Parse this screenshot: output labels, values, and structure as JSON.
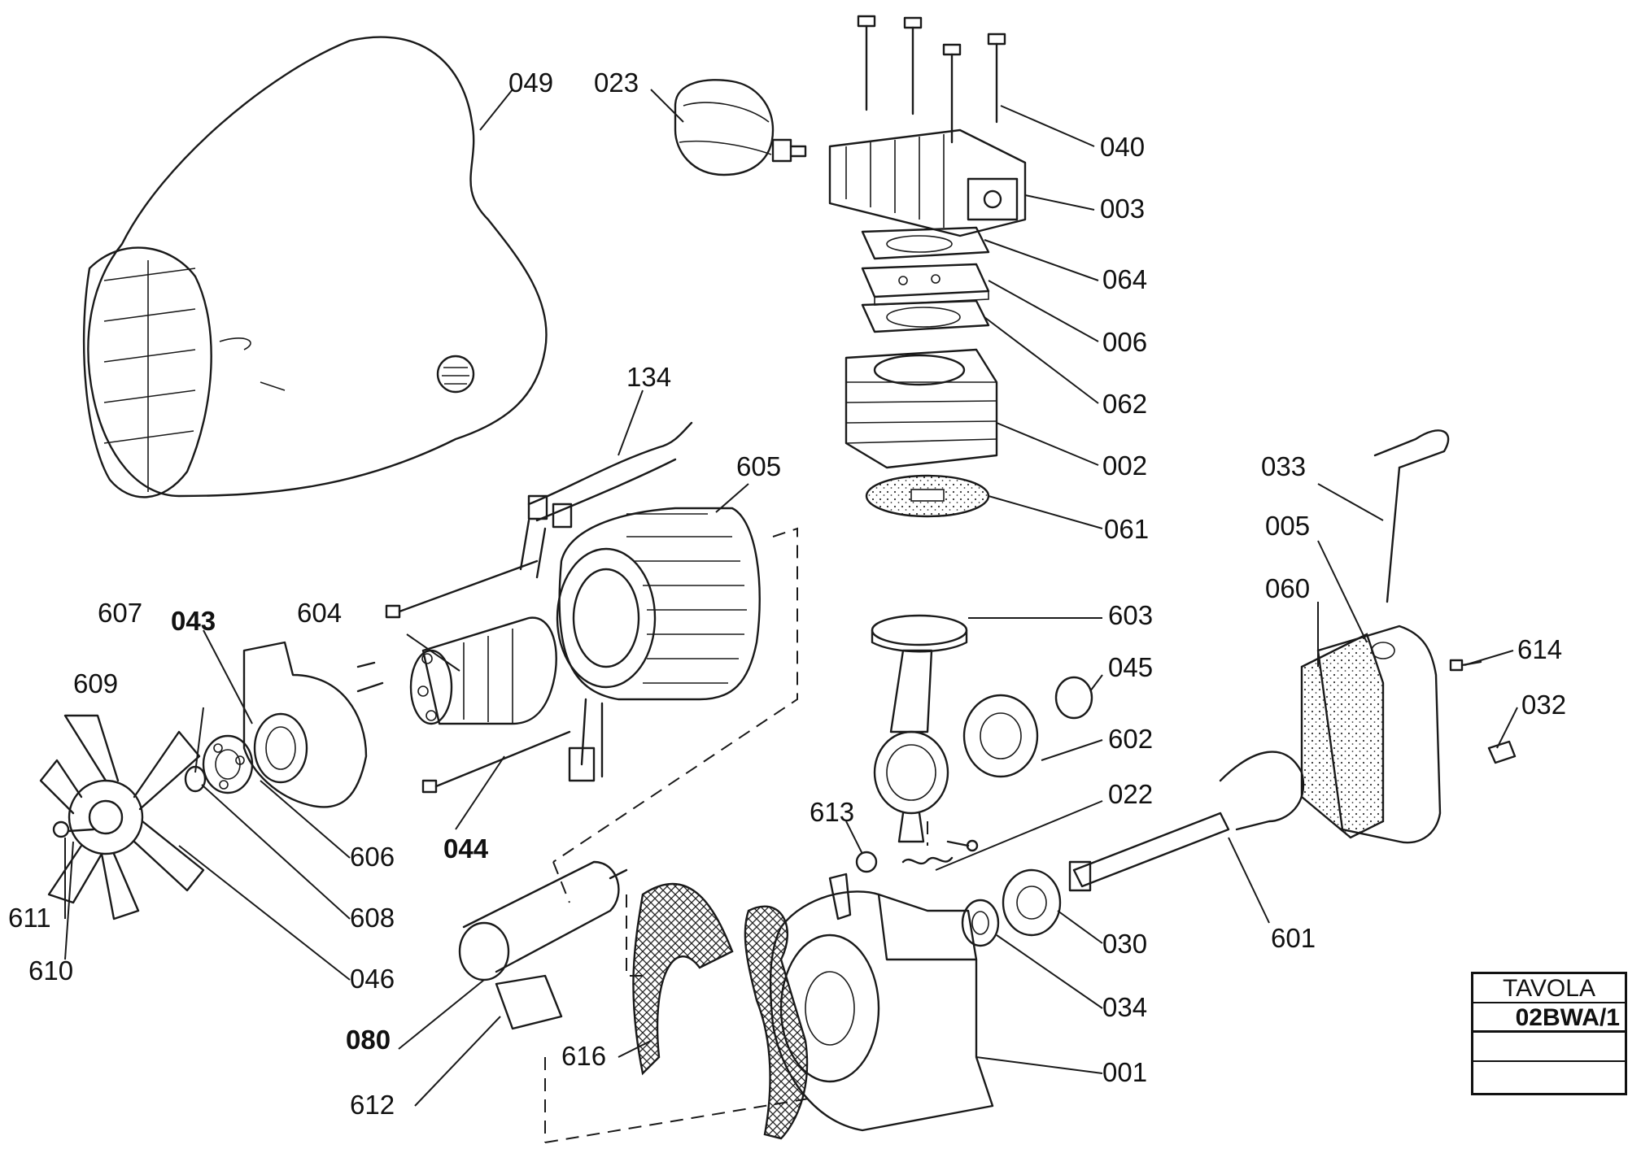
{
  "title_block": {
    "header": "TAVOLA",
    "code": "02BWA/1",
    "row3": "",
    "row4": ""
  },
  "labels": {
    "p049": "049",
    "p023": "023",
    "p040": "040",
    "p003": "003",
    "p064": "064",
    "p006": "006",
    "p062": "062",
    "p002": "002",
    "p061": "061",
    "p134": "134",
    "p605": "605",
    "p033": "033",
    "p005": "005",
    "p060": "060",
    "p603": "603",
    "p614": "614",
    "p045": "045",
    "p032": "032",
    "p607": "607",
    "p043": "043",
    "p604": "604",
    "p609": "609",
    "p602": "602",
    "p022": "022",
    "p613": "613",
    "p606": "606",
    "p044": "044",
    "p608": "608",
    "p611": "611",
    "p610": "610",
    "p046": "046",
    "p601": "601",
    "p030": "030",
    "p034": "034",
    "p080": "080",
    "p616": "616",
    "p001": "001",
    "p612": "612"
  }
}
